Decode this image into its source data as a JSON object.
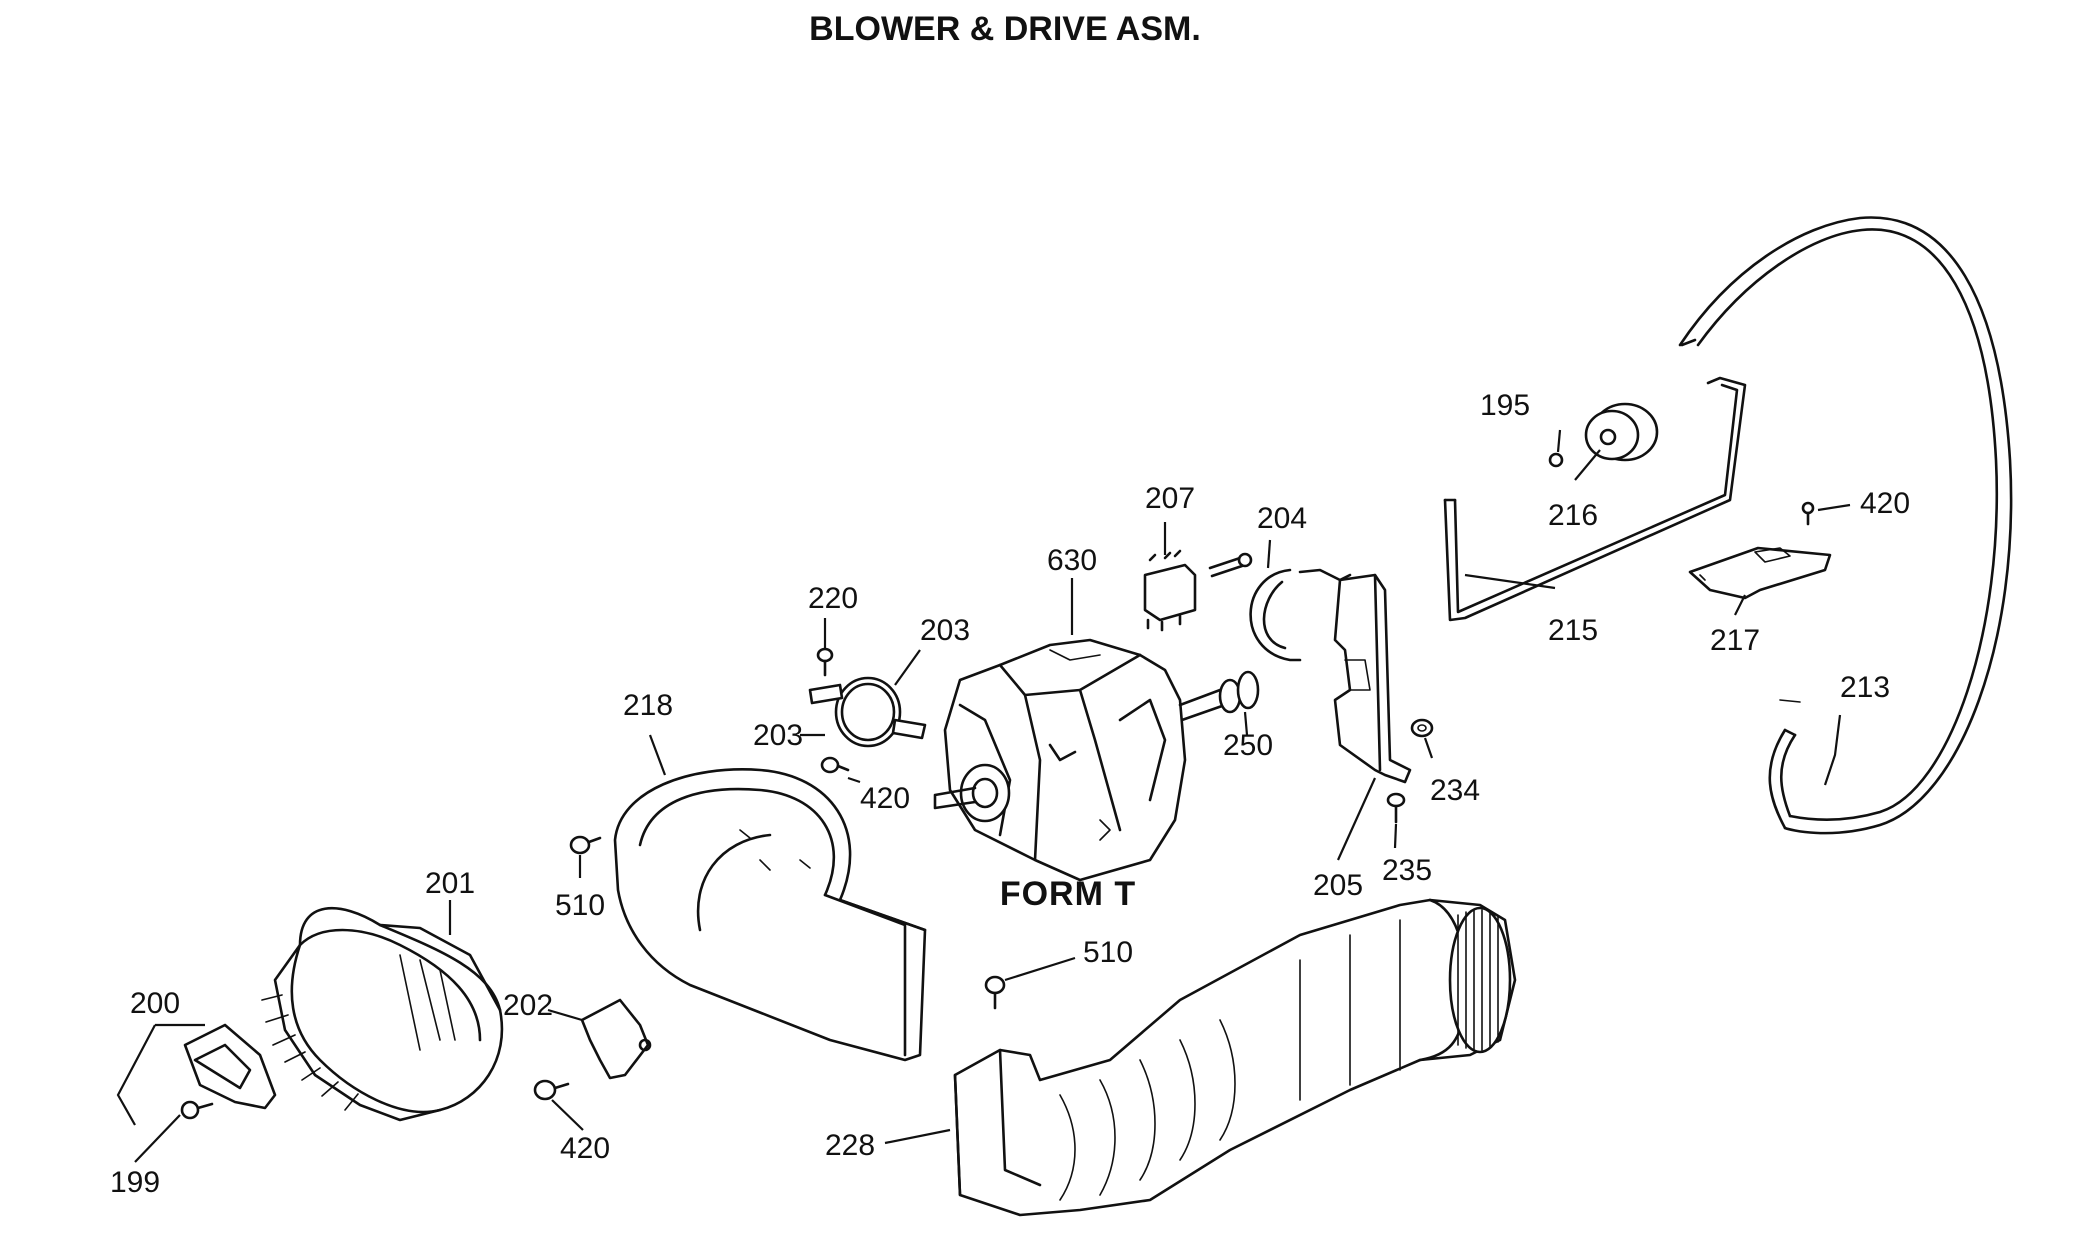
{
  "title": "BLOWER & DRIVE ASM.",
  "form_label": "FORM T",
  "part_numbers": {
    "p195": "195",
    "p199": "199",
    "p200": "200",
    "p201": "201",
    "p202": "202",
    "p203a": "203",
    "p203b": "203",
    "p204": "204",
    "p205": "205",
    "p207": "207",
    "p213": "213",
    "p215": "215",
    "p216": "216",
    "p217": "217",
    "p218": "218",
    "p220": "220",
    "p228": "228",
    "p234": "234",
    "p235": "235",
    "p250": "250",
    "p420a": "420",
    "p420b": "420",
    "p420c": "420",
    "p510a": "510",
    "p510b": "510",
    "p630": "630"
  }
}
